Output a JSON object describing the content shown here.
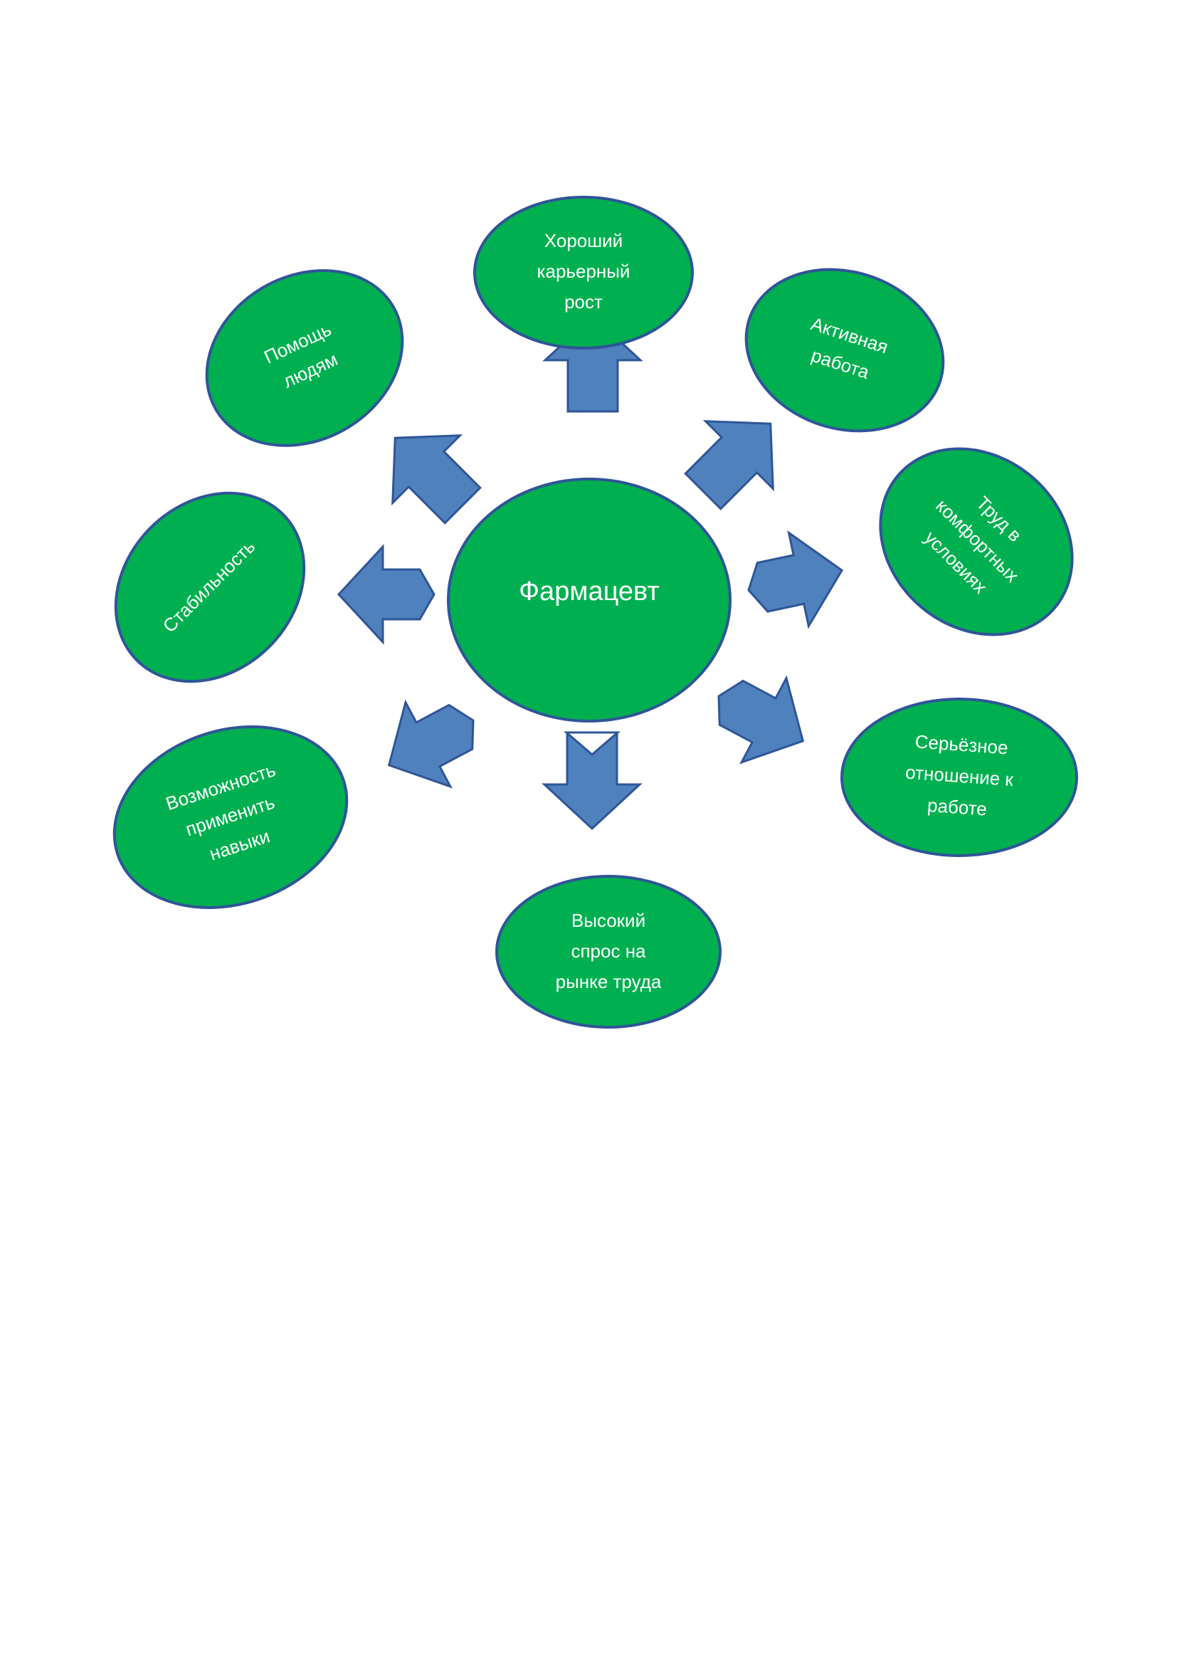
{
  "diagram": {
    "center": {
      "label": "Фармацевт"
    },
    "nodes": [
      {
        "id": "career",
        "lines": [
          "Хороший",
          "карьерный",
          "рост"
        ]
      },
      {
        "id": "active",
        "lines": [
          "Активная",
          "работа"
        ]
      },
      {
        "id": "comfort",
        "lines": [
          "Труд в",
          "комфортных",
          "условиях"
        ]
      },
      {
        "id": "serious",
        "lines": [
          "Серьёзное",
          "отношение к",
          "работе"
        ]
      },
      {
        "id": "demand",
        "lines": [
          "Высокий",
          "спрос на",
          "рынке труда"
        ]
      },
      {
        "id": "skills",
        "lines": [
          "Возможность",
          "применить",
          "навыки"
        ]
      },
      {
        "id": "stability",
        "lines": [
          "Стабильность"
        ]
      },
      {
        "id": "help",
        "lines": [
          "Помощь",
          "людям"
        ]
      }
    ],
    "colors": {
      "node_fill": "#00b050",
      "node_border": "#2f5597",
      "arrow_fill": "#4f81bd",
      "text": "#ffffff"
    }
  }
}
